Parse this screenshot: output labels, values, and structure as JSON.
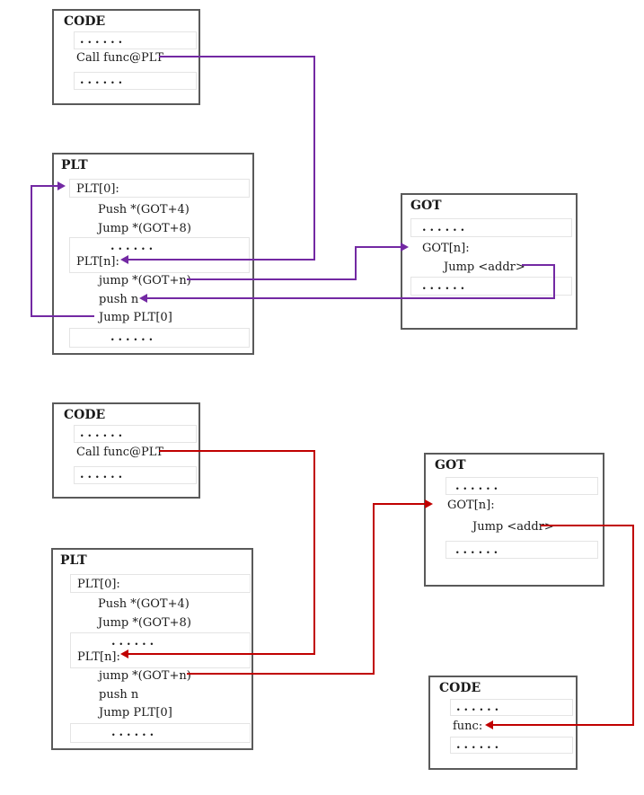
{
  "colors": {
    "purple": "#7329a3",
    "red": "#c00000",
    "box_border": "#5a5a5a",
    "row_border": "#e4e4e4",
    "text": "#1a1a1a"
  },
  "first_call": {
    "code": {
      "title": "CODE",
      "dots_top": "......",
      "call_line": "Call func@PLT",
      "dots_bottom": "......"
    },
    "plt": {
      "title": "PLT",
      "plt0_label": "PLT[0]:",
      "push_got4": "Push *(GOT+4)",
      "jump_got8": "Jump *(GOT+8)",
      "dots_mid": "......",
      "pltn_label": "PLT[n]:",
      "jump_gotn": "jump *(GOT+n)",
      "push_n": "push n",
      "jump_plt0": "Jump PLT[0]",
      "dots_bottom": "......"
    },
    "got": {
      "title": "GOT",
      "dots_top": "......",
      "gotn_label": "GOT[n]:",
      "jump_addr": "Jump <addr>",
      "dots_bottom": "......"
    }
  },
  "later_call": {
    "code": {
      "title": "CODE",
      "dots_top": "......",
      "call_line": "Call func@PLT",
      "dots_bottom": "......"
    },
    "plt": {
      "title": "PLT",
      "plt0_label": "PLT[0]:",
      "push_got4": "Push *(GOT+4)",
      "jump_got8": "Jump *(GOT+8)",
      "dots_mid": "......",
      "pltn_label": "PLT[n]:",
      "jump_gotn": "jump *(GOT+n)",
      "push_n": "push n",
      "jump_plt0": "Jump PLT[0]",
      "dots_bottom": "......"
    },
    "got": {
      "title": "GOT",
      "dots_top": "......",
      "gotn_label": "GOT[n]:",
      "jump_addr": "Jump <addr>",
      "dots_bottom": "......"
    },
    "func_code": {
      "title": "CODE",
      "dots_top": "......",
      "func_label": "func:",
      "dots_bottom": "......"
    }
  },
  "connections": {
    "first_call_flow": [
      {
        "from": "code.call_line",
        "to": "plt.pltn_label",
        "color": "purple"
      },
      {
        "from": "plt.jump_gotn",
        "to": "got.gotn_label",
        "color": "purple"
      },
      {
        "from": "got.jump_addr",
        "to": "plt.push_n",
        "color": "purple"
      },
      {
        "from": "plt.jump_plt0",
        "to": "plt.plt0_label",
        "color": "purple"
      }
    ],
    "later_call_flow": [
      {
        "from": "code.call_line",
        "to": "plt.pltn_label",
        "color": "red"
      },
      {
        "from": "plt.jump_gotn",
        "to": "got.gotn_label",
        "color": "red"
      },
      {
        "from": "got.jump_addr",
        "to": "func_code.func_label",
        "color": "red"
      }
    ]
  }
}
